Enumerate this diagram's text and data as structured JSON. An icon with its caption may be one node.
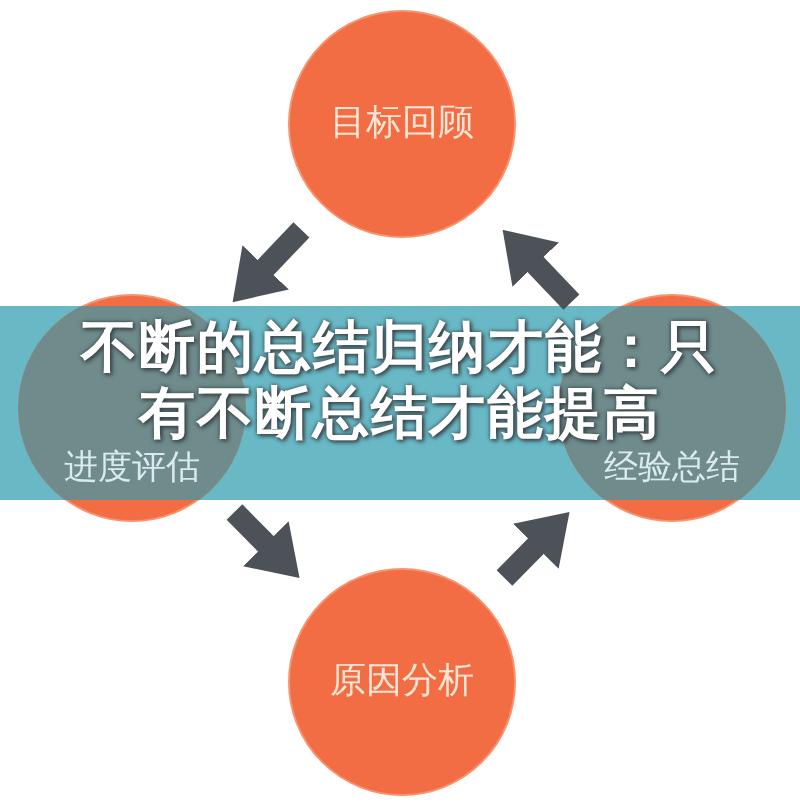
{
  "diagram": {
    "title": "不断的总结归纳才能：只有不断总结才能提高",
    "nodes": [
      {
        "text": [
          "目标回顾"
        ]
      },
      {
        "text": [
          "进度评估"
        ]
      },
      {
        "text": [
          "经验总结"
        ]
      },
      {
        "text": [
          "原因分析"
        ]
      }
    ],
    "edges": [
      {
        "from": 0,
        "to": 1,
        "arrow": "to"
      },
      {
        "from": 1,
        "to": 3,
        "arrow": "to"
      },
      {
        "from": 3,
        "to": 2,
        "arrow": "to"
      },
      {
        "from": 2,
        "to": 0,
        "arrow": "to"
      }
    ]
  }
}
